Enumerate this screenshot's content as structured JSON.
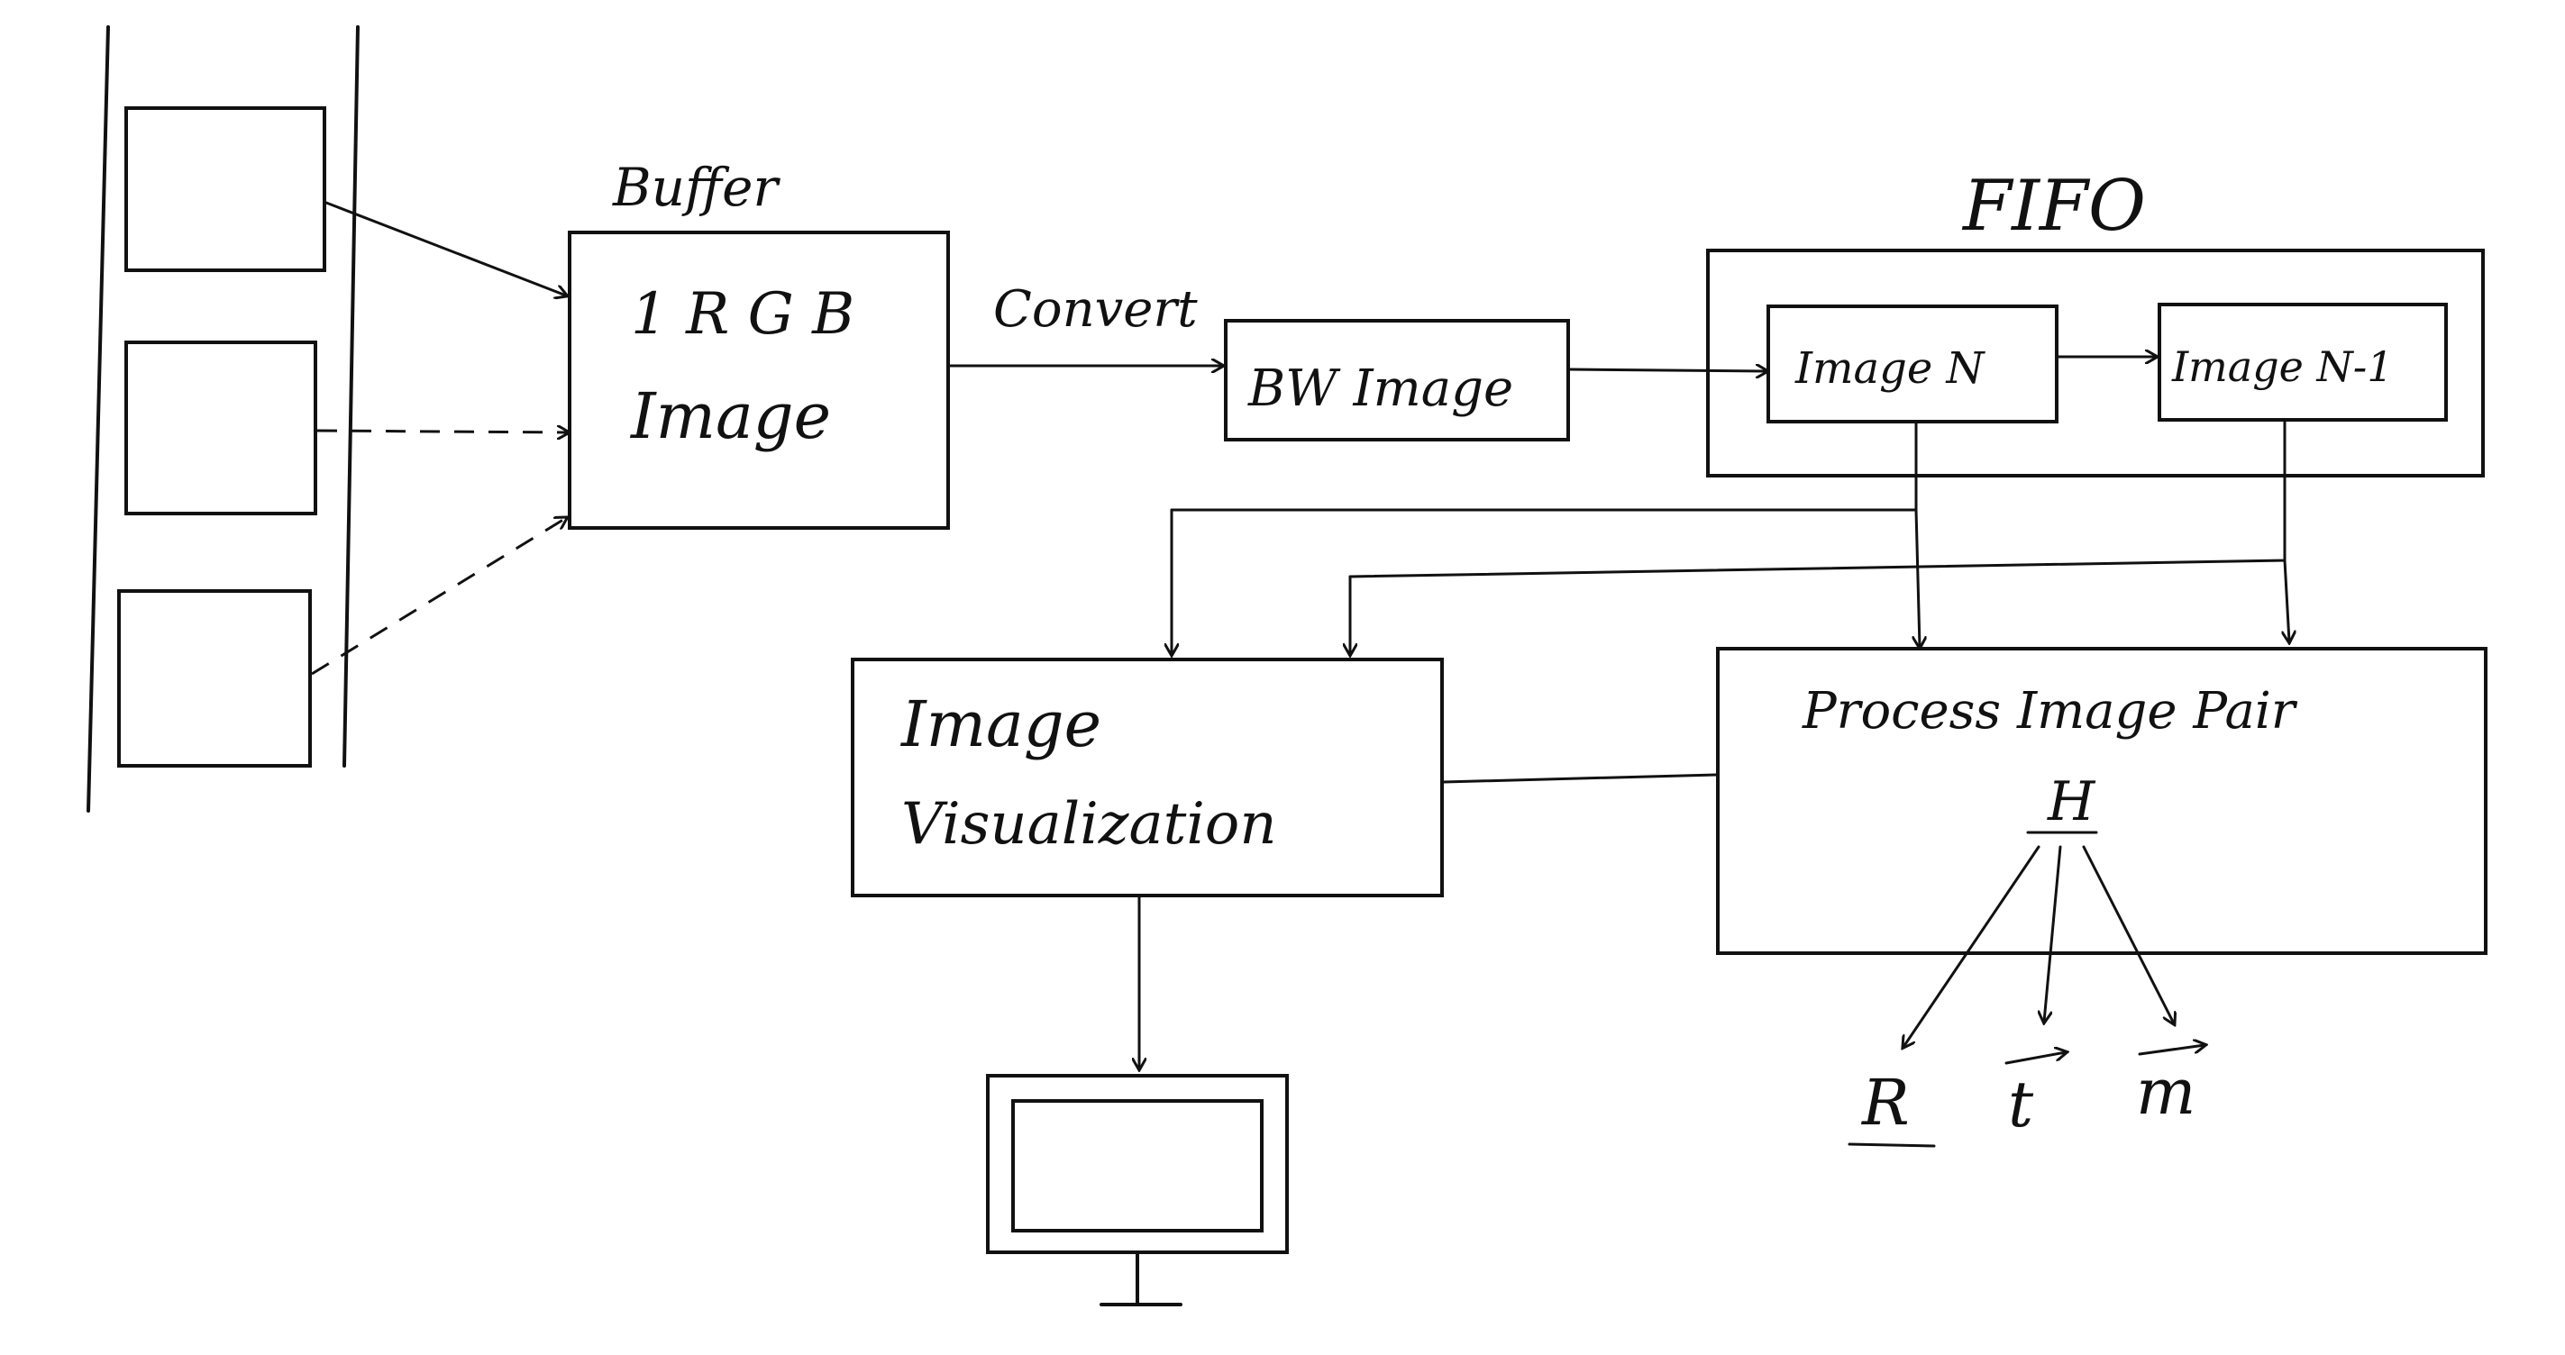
{
  "diagram": {
    "buffer_label": "Buffer",
    "rgb_box": {
      "line1": "1 R G B",
      "line2": "Image"
    },
    "convert_label": "Convert",
    "bw_box": "BW Image",
    "fifo_label": "FIFO",
    "fifo_items": [
      "Image N",
      "Image N-1"
    ],
    "visualization_box": {
      "line1": "Image",
      "line2": "Visualization"
    },
    "process_box": "Process Image Pair",
    "process_output_root": "H",
    "process_outputs": [
      "R",
      "t",
      "m"
    ]
  }
}
